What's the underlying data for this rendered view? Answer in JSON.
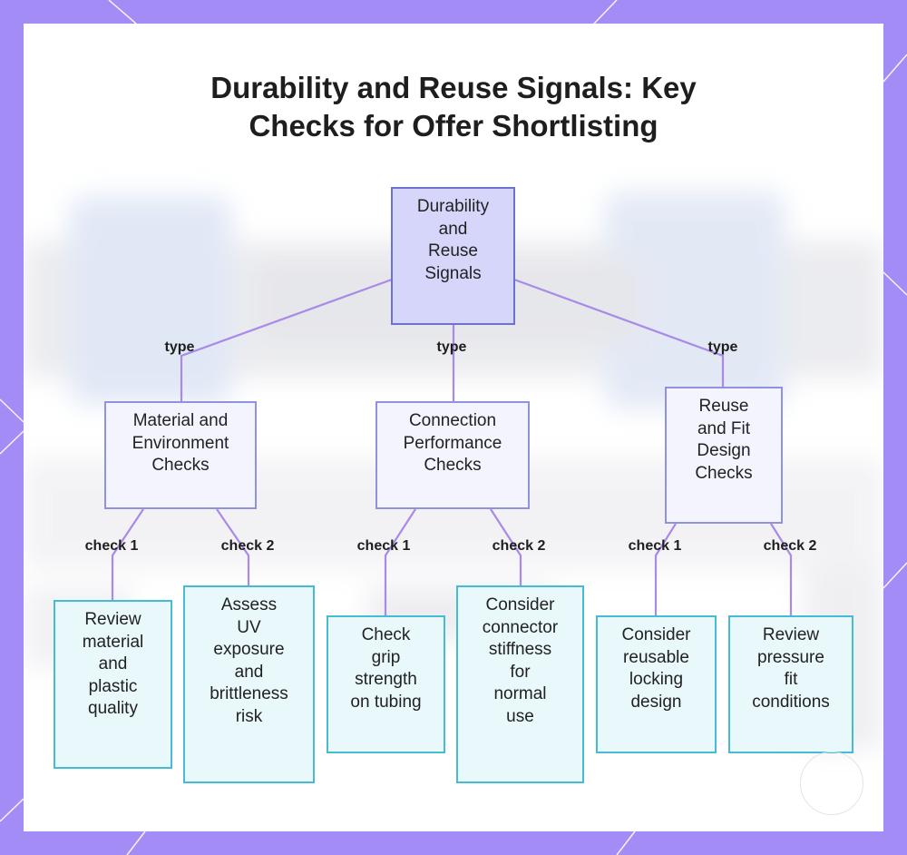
{
  "title": {
    "line1": "Durability and Reuse Signals: Key",
    "line2": "Checks for Offer Shortlisting"
  },
  "colors": {
    "frame": "#a48cf6",
    "root_fill": "#d6d6fb",
    "root_border": "#6d72cf",
    "category_fill": "#f3f4fd",
    "category_border": "#8f93dc",
    "leaf_fill": "#e9f8fb",
    "leaf_border": "#45bcd3",
    "connector": "#a98ae8"
  },
  "root": {
    "label": "Durability\nand\nReuse\nSignals"
  },
  "categories": [
    {
      "label": "Material and\nEnvironment\nChecks",
      "edge_label": "type",
      "checks": [
        {
          "edge_label": "check 1",
          "label": "Review\nmaterial\nand\nplastic\nquality"
        },
        {
          "edge_label": "check 2",
          "label": "Assess\nUV\nexposure\nand\nbrittleness\nrisk"
        }
      ]
    },
    {
      "label": "Connection\nPerformance\nChecks",
      "edge_label": "type",
      "checks": [
        {
          "edge_label": "check 1",
          "label": "Check\ngrip\nstrength\non tubing"
        },
        {
          "edge_label": "check 2",
          "label": "Consider\nconnector\nstiffness\nfor\nnormal\nuse"
        }
      ]
    },
    {
      "label": "Reuse\nand Fit\nDesign\nChecks",
      "edge_label": "type",
      "checks": [
        {
          "edge_label": "check 1",
          "label": "Consider\nreusable\nlocking\ndesign"
        },
        {
          "edge_label": "check 2",
          "label": "Review\npressure\nfit\nconditions"
        }
      ]
    }
  ]
}
